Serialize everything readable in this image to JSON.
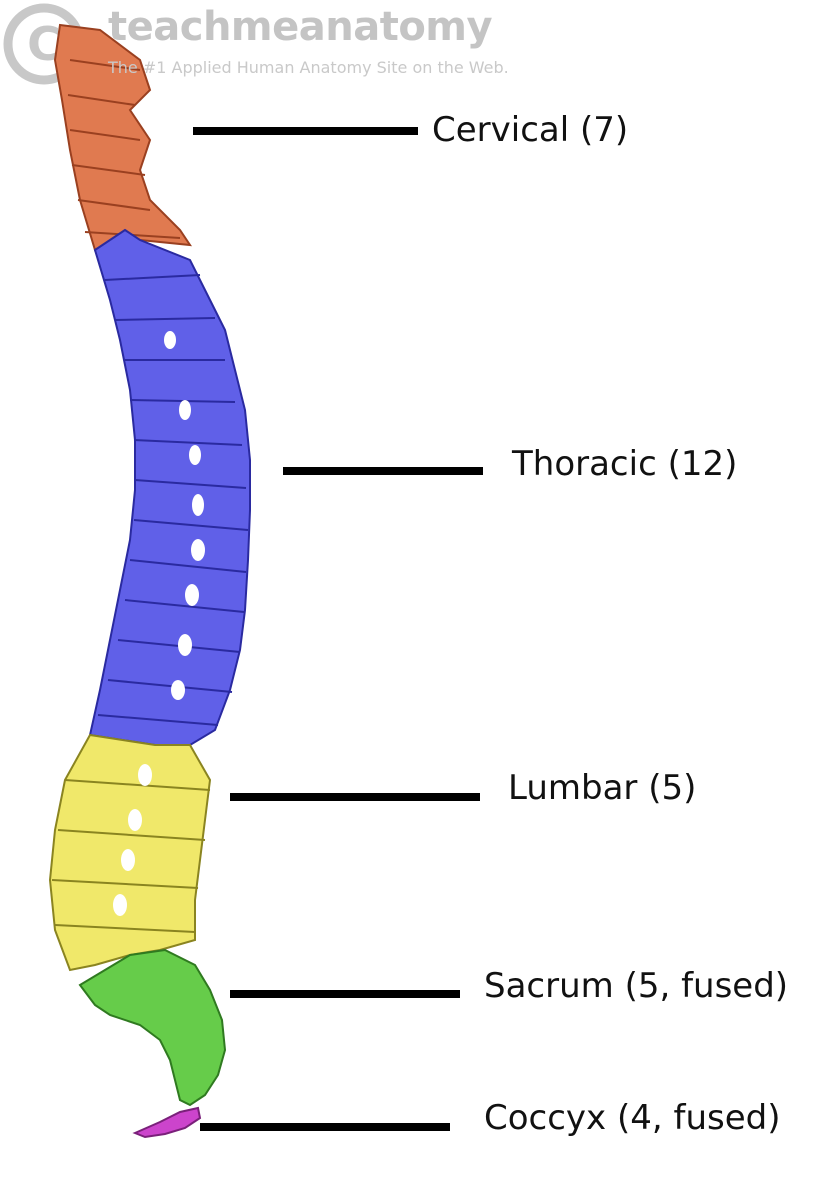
{
  "watermark": {
    "site_name": "teachmeanatomy",
    "tagline": "The #1 Applied Human Anatomy Site on the Web.",
    "logo_letter": "©"
  },
  "regions": [
    {
      "name": "cervical",
      "label": "Cervical (7)",
      "color": "#e07a50",
      "count": 7
    },
    {
      "name": "thoracic",
      "label": "Thoracic (12)",
      "color": "#6060e8",
      "count": 12
    },
    {
      "name": "lumbar",
      "label": "Lumbar (5)",
      "color": "#f0e86a",
      "count": 5
    },
    {
      "name": "sacrum",
      "label": "Sacrum (5, fused)",
      "color": "#66cc4a",
      "count": 5
    },
    {
      "name": "coccyx",
      "label": "Coccyx (4, fused)",
      "color": "#cc44cc",
      "count": 4
    }
  ]
}
